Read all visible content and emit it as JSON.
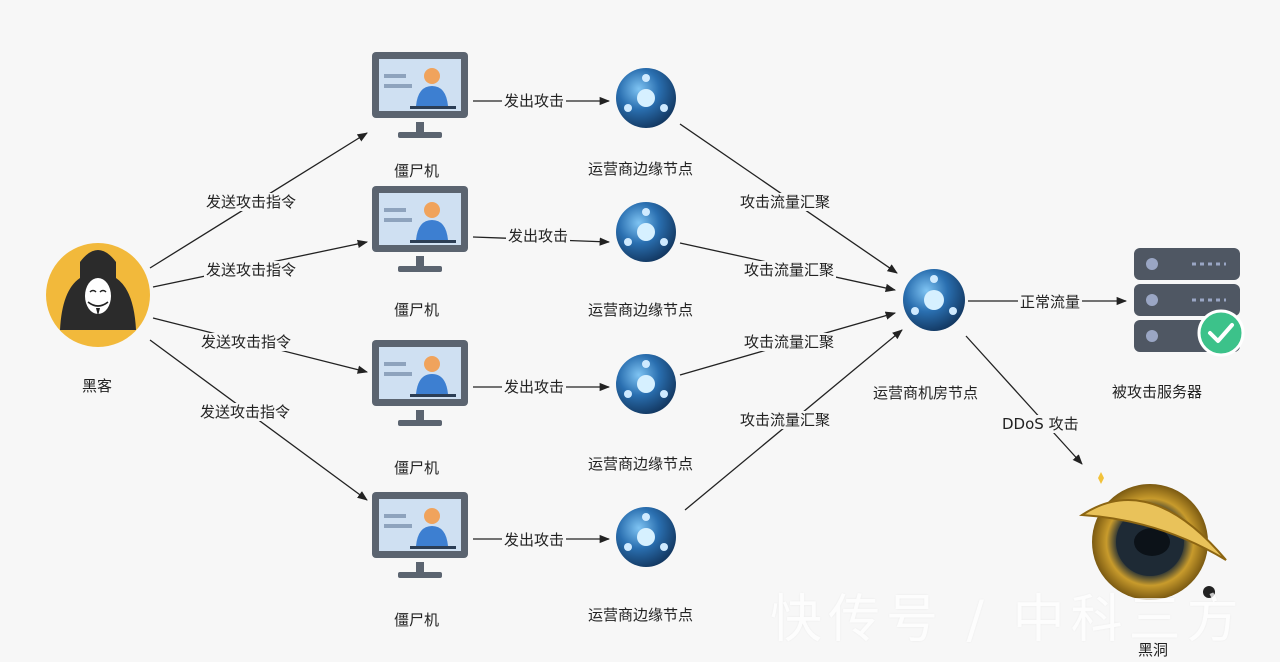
{
  "nodes": {
    "hacker": {
      "label": "黑客"
    },
    "zombies": [
      "僵尸机",
      "僵尸机",
      "僵尸机",
      "僵尸机"
    ],
    "edge_nodes": [
      "运营商边缘节点",
      "运营商边缘节点",
      "运营商边缘节点",
      "运营商边缘节点"
    ],
    "datacenter": {
      "label": "运营商机房节点"
    },
    "server": {
      "label": "被攻击服务器"
    },
    "blackhole": {
      "label": "黑洞"
    }
  },
  "edges": {
    "send_command": [
      "发送攻击指令",
      "发送攻击指令",
      "发送攻击指令",
      "发送攻击指令"
    ],
    "attack_out": [
      "发出攻击",
      "发出攻击",
      "发出攻击",
      "发出攻击"
    ],
    "converge": [
      "攻击流量汇聚",
      "攻击流量汇聚",
      "攻击流量汇聚",
      "攻击流量汇聚"
    ],
    "normal_traffic": "正常流量",
    "ddos": "DDoS 攻击"
  },
  "watermark": "快传号 / 中科三方",
  "colors": {
    "hacker_bg": "#f2b93b",
    "node_blue": "#1f5d96",
    "monitor_frame": "#5b6470",
    "server_body": "#4f5763",
    "check_green": "#3cc28a"
  }
}
